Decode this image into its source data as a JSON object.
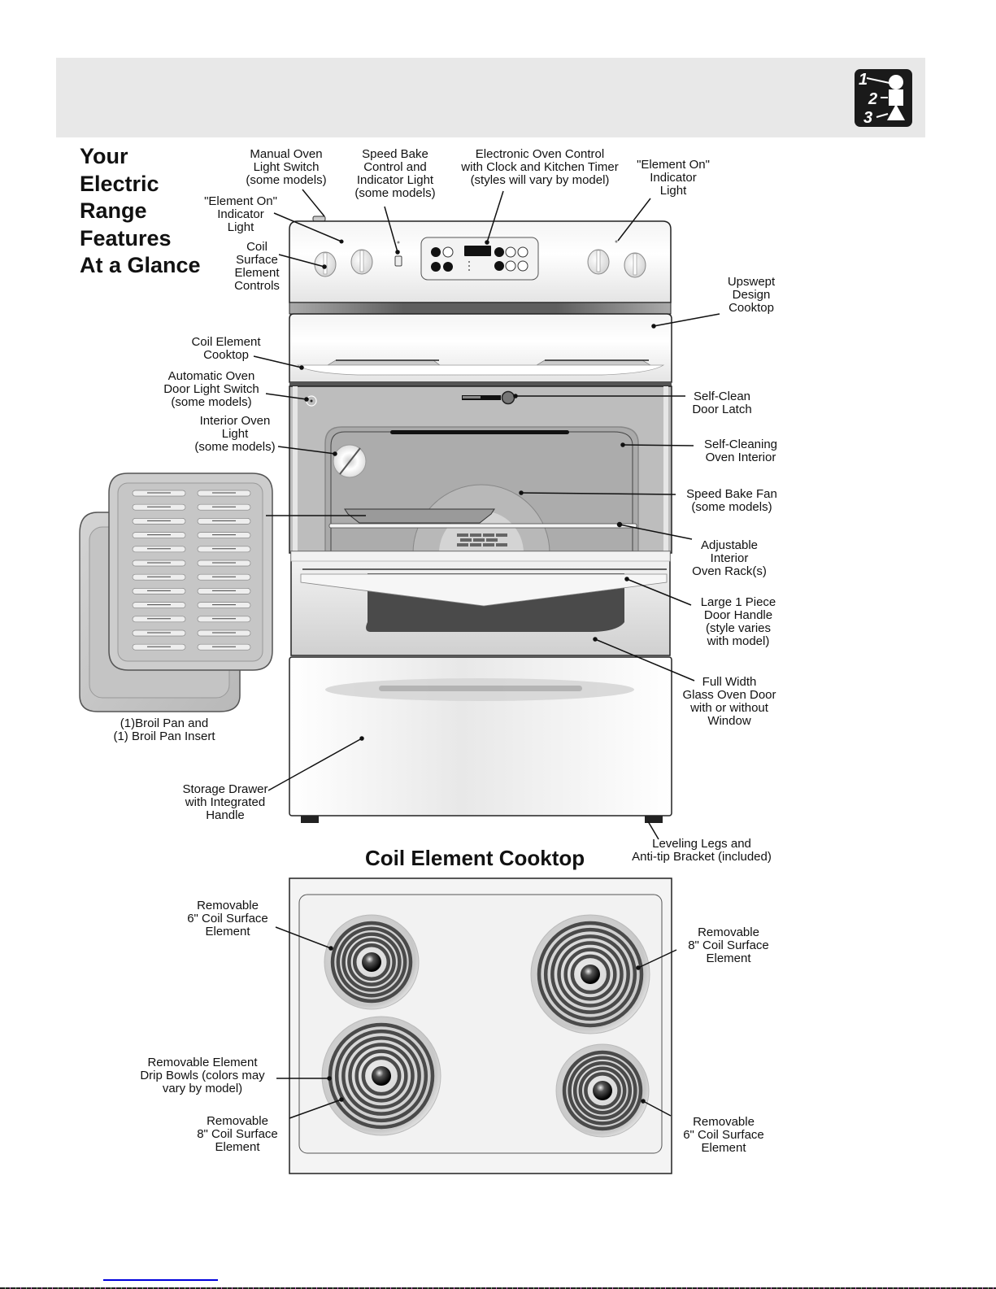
{
  "page": {
    "title_lines": [
      "Your",
      "Electric",
      "Range",
      "Features",
      "At a Glance"
    ],
    "badge": {
      "icon": "steps-1-2-3-icon",
      "numbers": [
        "1",
        "2",
        "3"
      ]
    },
    "colors": {
      "banner": "#e8e8e8",
      "badge": "#1a1a1a",
      "oven_interior": "#b4b4b4",
      "window": "#4a4a4a",
      "link": "#0000dd"
    }
  },
  "range_labels": {
    "manual_oven_light_switch": "Manual Oven\nLight Switch\n(some models)",
    "speed_bake_control": "Speed Bake\nControl and\nIndicator Light\n(some models)",
    "electronic_oven_control": "Electronic Oven Control\nwith Clock and Kitchen Timer\n(styles will vary by model)",
    "element_on_left": "\"Element On\"\nIndicator\nLight",
    "element_on_right": "\"Element On\"\nIndicator\nLight",
    "coil_surface_controls": "Coil\nSurface\nElement\nControls",
    "upswept_cooktop": "Upswept\nDesign\nCooktop",
    "coil_element_cooktop": "Coil Element\nCooktop",
    "auto_door_light_switch": "Automatic Oven\nDoor Light Switch\n(some models)",
    "interior_oven_light": "Interior Oven\nLight\n(some models)",
    "self_clean_latch": "Self-Clean\nDoor Latch",
    "self_cleaning_interior": "Self-Cleaning\nOven Interior",
    "speed_bake_fan": "Speed Bake Fan\n(some models)",
    "oven_racks": "Adjustable\nInterior\nOven Rack(s)",
    "door_handle": "Large 1 Piece\nDoor Handle\n(style varies\nwith model)",
    "glass_door": "Full Width\nGlass Oven Door\nwith or without\nWindow",
    "broil_pan": "(1)Broil Pan and\n(1) Broil Pan Insert",
    "storage_drawer": "Storage Drawer\nwith Integrated\nHandle",
    "leveling_legs": "Leveling Legs and\nAnti-tip Bracket (included)"
  },
  "cooktop": {
    "title": "Coil Element Cooktop",
    "labels": {
      "front_left_top": "Removable\n6\" Coil Surface\nElement",
      "drip_bowls": "Removable Element\nDrip Bowls (colors may\nvary by model)",
      "left_bottom": "Removable\n8\" Coil Surface\nElement",
      "right_top": "Removable\n8\" Coil Surface\nElement",
      "right_bottom": "Removable\n6\" Coil Surface\nElement"
    }
  }
}
